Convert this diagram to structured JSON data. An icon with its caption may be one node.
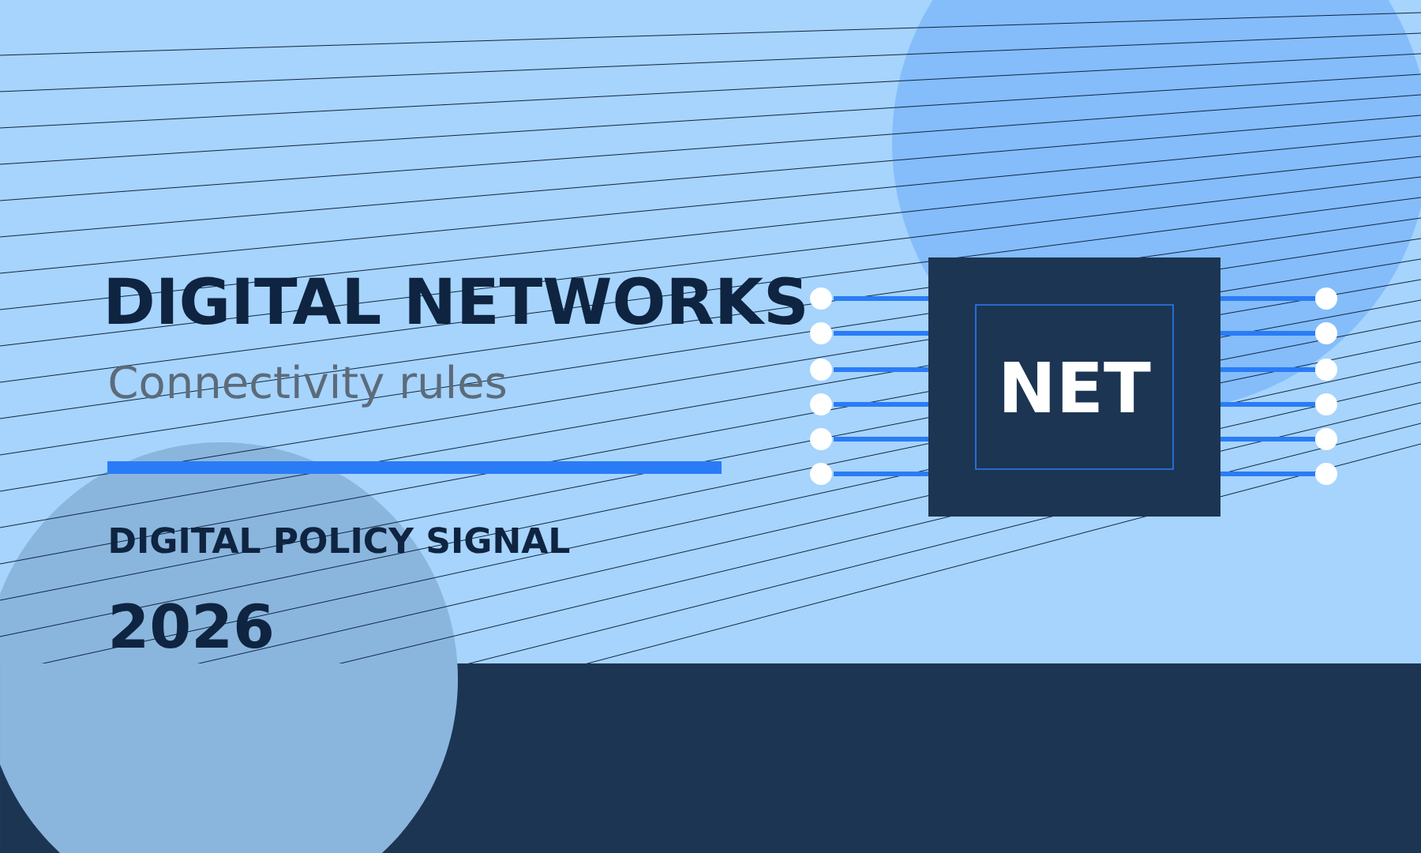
{
  "diagram": {
    "title": "DIGITAL NETWORKS",
    "nodes": [
      {
        "text": [
          "NET"
        ]
      }
    ],
    "labels": [
      "Connectivity rules",
      "DIGITAL POLICY SIGNAL",
      "2026"
    ]
  }
}
